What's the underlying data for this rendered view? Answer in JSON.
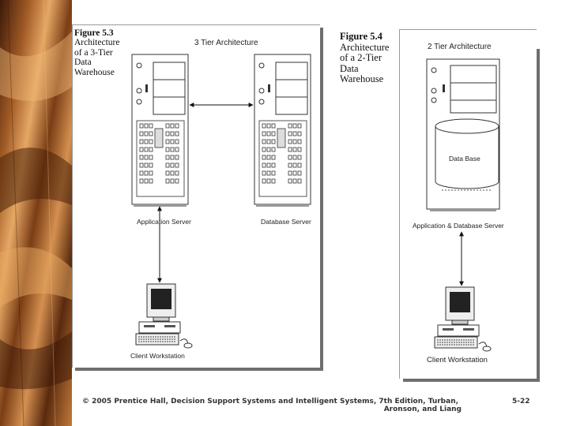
{
  "figure_3tier": {
    "number": "Figure 5.3",
    "caption_lines": [
      "Architecture",
      "of a 3-Tier",
      "Data",
      "Warehouse"
    ],
    "title": "3 Tier Architecture",
    "app_server_label": "Application Server",
    "db_server_label": "Database Server",
    "client_label": "Client Workstation"
  },
  "figure_2tier": {
    "number": "Figure 5.4",
    "caption_lines": [
      "Architecture",
      "of a 2-Tier",
      "Data",
      "Warehouse"
    ],
    "title": "2 Tier Architecture",
    "database_label": "Data Base",
    "server_label": "Application & Database Server",
    "client_label": "Client Workstation"
  },
  "footer": {
    "citation_line1": "© 2005  Prentice Hall, Decision Support Systems and Intelligent Systems, 7th Edition, Turban,",
    "citation_line2": "Aronson, and Liang",
    "page": "5-22"
  },
  "colors": {
    "wood_dark": "#5a2d12",
    "wood_light": "#e0a060",
    "frame_shadow": "#6e6e6e"
  }
}
